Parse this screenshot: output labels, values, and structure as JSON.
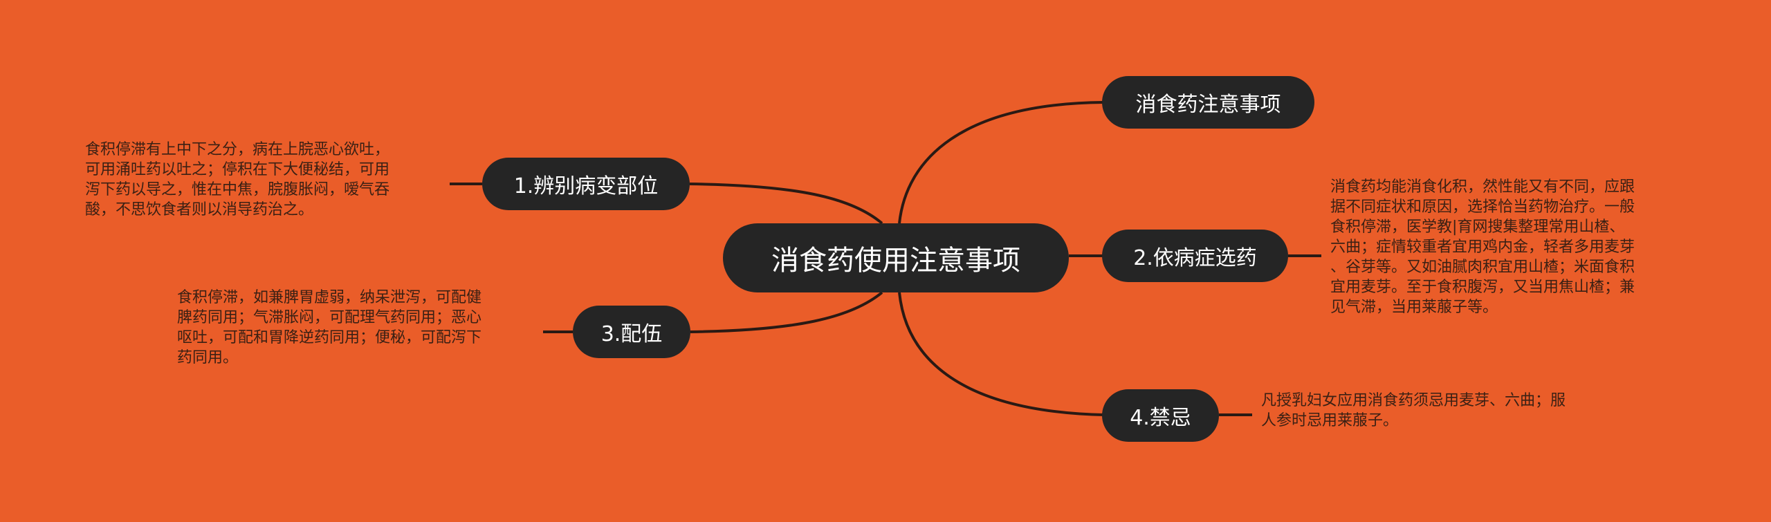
{
  "colors": {
    "background": "#ea5d29",
    "node_fill": "#252525",
    "node_text": "#ffffff",
    "connector": "#2a1a14",
    "leaf_text": "#3a2014"
  },
  "root": {
    "label": "消食药使用注意事项"
  },
  "branches": [
    {
      "id": "top",
      "label": "消食药注意事项",
      "side": "right",
      "leaf": null
    },
    {
      "id": "b1",
      "label": "1.辨别病变部位",
      "side": "left",
      "leaf": {
        "lines": [
          "食积停滞有上中下之分，病在上脘恶心欲吐，",
          "可用涌吐药以吐之；停积在下大便秘结，可用",
          "泻下药以导之，惟在中焦，脘腹胀闷，嗳气吞",
          "酸，不思饮食者则以消导药治之。"
        ]
      }
    },
    {
      "id": "b2",
      "label": "2.依病症选药",
      "side": "right",
      "leaf": {
        "lines": [
          "消食药均能消食化积，然性能又有不同，应跟",
          "据不同症状和原因，选择恰当药物治疗。一般",
          "食积停滞，医学教|育网搜集整理常用山楂、",
          "六曲；症情较重者宜用鸡内金，轻者多用麦芽",
          "、谷芽等。又如油腻肉积宜用山楂；米面食积",
          "宜用麦芽。至于食积腹泻，又当用焦山楂；兼",
          "见气滞，当用莱菔子等。"
        ]
      }
    },
    {
      "id": "b3",
      "label": "3.配伍",
      "side": "left",
      "leaf": {
        "lines": [
          "食积停滞，如兼脾胃虚弱，纳呆泄泻，可配健",
          "脾药同用；气滞胀闷，可配理气药同用；恶心",
          "呕吐，可配和胃降逆药同用；便秘，可配泻下",
          "药同用。"
        ]
      }
    },
    {
      "id": "b4",
      "label": "4.禁忌",
      "side": "right",
      "leaf": {
        "lines": [
          "凡授乳妇女应用消食药须忌用麦芽、六曲；服",
          "人参时忌用莱菔子。"
        ]
      }
    }
  ]
}
